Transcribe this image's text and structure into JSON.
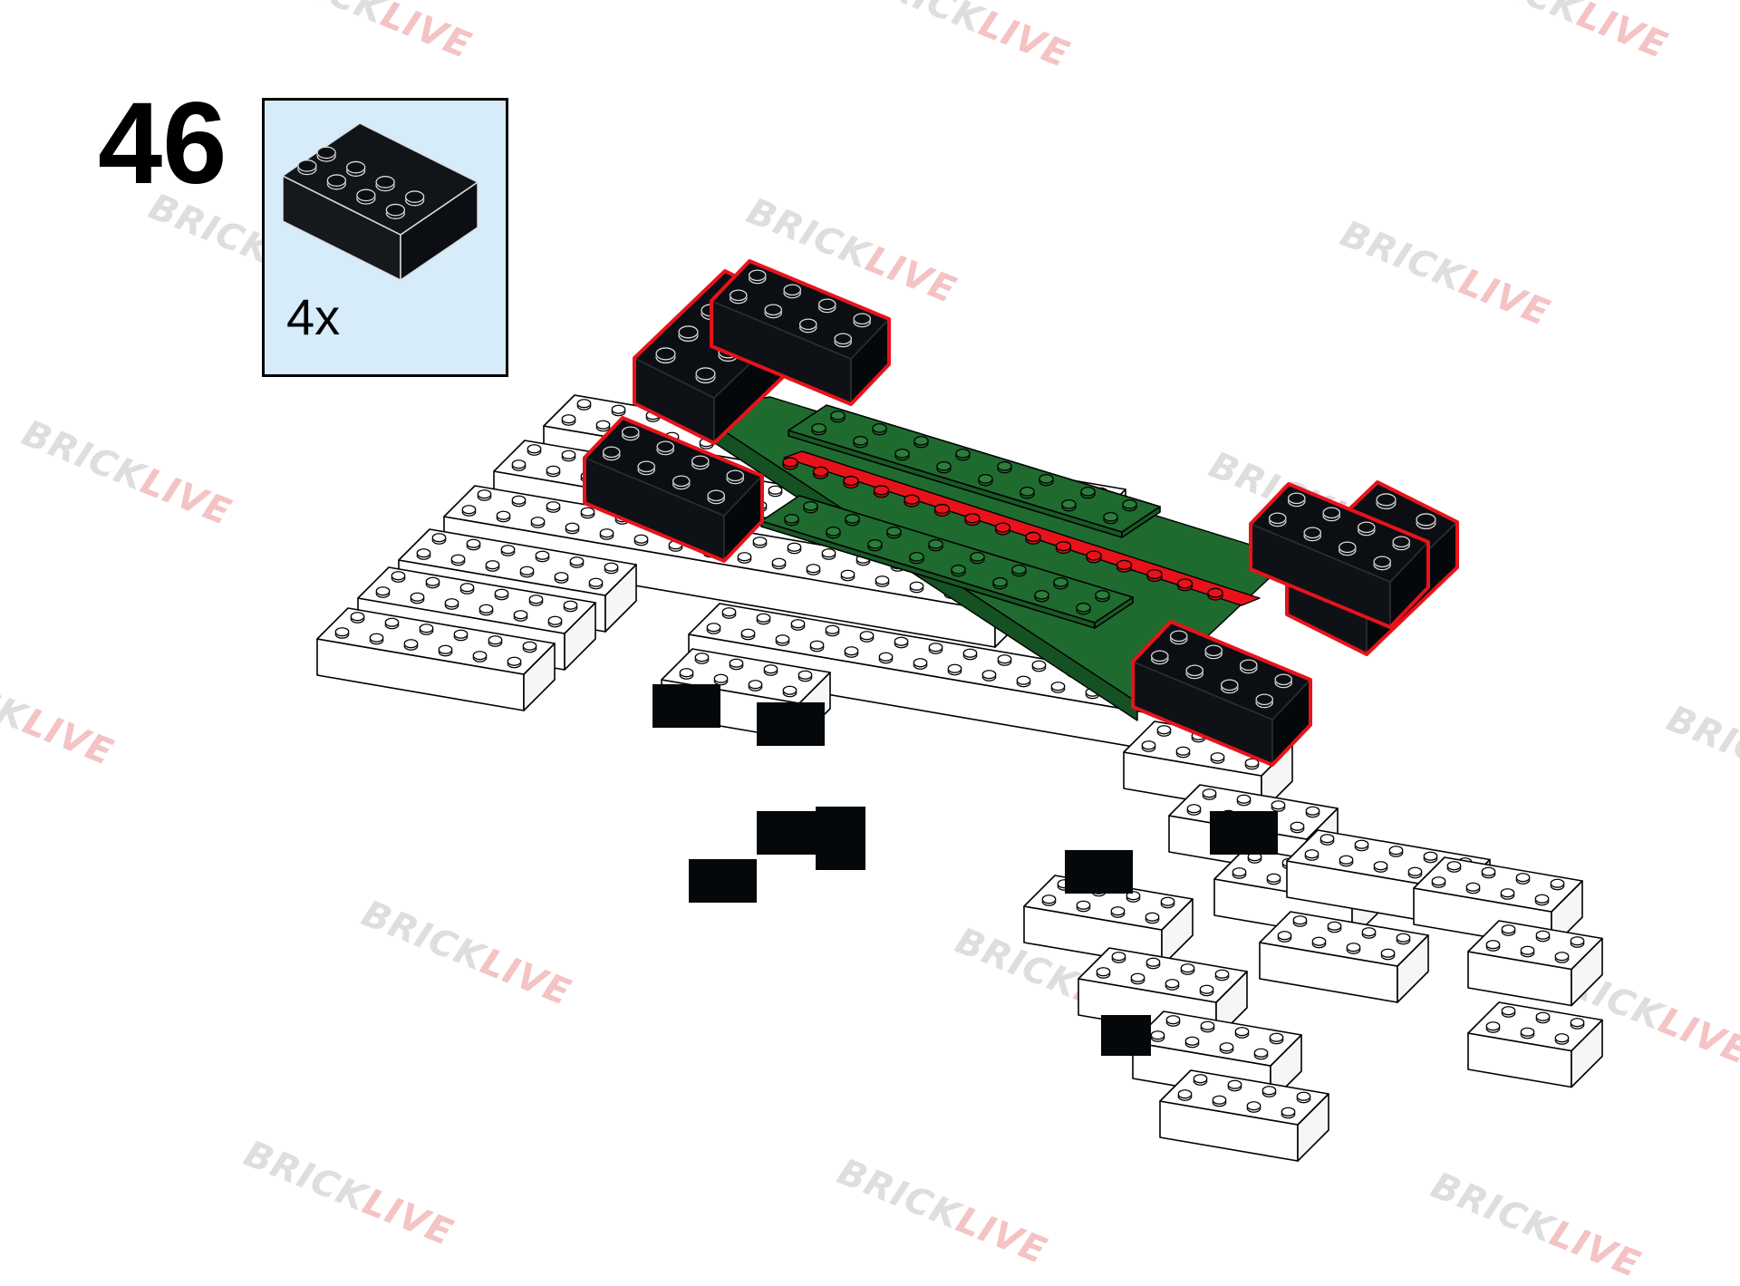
{
  "step": {
    "number": "46"
  },
  "parts_list": [
    {
      "part": "brick 2x4",
      "color": "#0b0f14",
      "quantity": "4x"
    }
  ],
  "colors": {
    "new_part_highlight": "#e8121b",
    "green_plate": "#1f6b2f",
    "black_brick": "#0b0f14",
    "white_brick": "#ffffff",
    "callout_background": "#d6ecfb"
  },
  "watermark": {
    "part_a": "BRICK",
    "part_b": "LIVE"
  }
}
